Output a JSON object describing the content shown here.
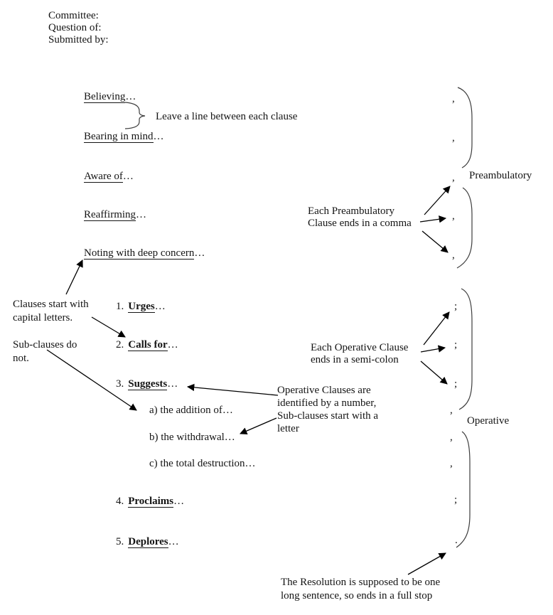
{
  "header": {
    "committee": "Committee:",
    "question": "Question of:",
    "submitted": "Submitted by:"
  },
  "preambulatory": {
    "section_label": "Preambulatory",
    "clauses": [
      {
        "keyword": "Believing",
        "ellipsis": "…",
        "punctuation": ","
      },
      {
        "keyword": "Bearing in mind",
        "ellipsis": "…",
        "punctuation": ","
      },
      {
        "keyword": "Aware of",
        "ellipsis": "…",
        "punctuation": ","
      },
      {
        "keyword": "Reaffirming",
        "ellipsis": "…",
        "punctuation": ","
      },
      {
        "keyword": "Noting with deep concern",
        "ellipsis": "…",
        "punctuation": ","
      }
    ],
    "line_gap_note": "Leave a line between each clause",
    "comma_note_line1": "Each Preambulatory",
    "comma_note_line2": "Clause ends in a comma"
  },
  "operative": {
    "section_label": "Operative",
    "clauses": [
      {
        "number": "1.",
        "keyword": "Urges",
        "ellipsis": "…",
        "punctuation": ";"
      },
      {
        "number": "2.",
        "keyword": "Calls for",
        "ellipsis": "…",
        "punctuation": ";"
      },
      {
        "number": "3.",
        "keyword": "Suggests",
        "ellipsis": "…",
        "punctuation": ";"
      },
      {
        "number": "4.",
        "keyword": "Proclaims",
        "ellipsis": "…",
        "punctuation": ";"
      },
      {
        "number": "5.",
        "keyword": "Deplores",
        "ellipsis": "…",
        "punctuation": "."
      }
    ],
    "sub_clauses": [
      {
        "text": "a) the addition of…",
        "punctuation": ","
      },
      {
        "text": "b) the withdrawal…",
        "punctuation": ","
      },
      {
        "text": "c) the total destruction…",
        "punctuation": ","
      }
    ],
    "semicolon_note_line1": "Each Operative Clause",
    "semicolon_note_line2": "ends in a semi-colon",
    "numbering_note_lines": [
      "Operative Clauses are",
      "identified by a number,",
      "Sub-clauses start with a",
      "letter"
    ]
  },
  "annotations": {
    "capitals_note_line1": "Clauses start with",
    "capitals_note_line2": "capital letters.",
    "subclause_case_note_line1": "Sub-clauses do",
    "subclause_case_note_line2": "not.",
    "full_stop_note_line1": "The Resolution is supposed to be one",
    "full_stop_note_line2": "long sentence, so ends in a full stop"
  },
  "colors": {
    "text": "#141414",
    "arrow": "#000000",
    "brace": "#3d3d3d"
  }
}
